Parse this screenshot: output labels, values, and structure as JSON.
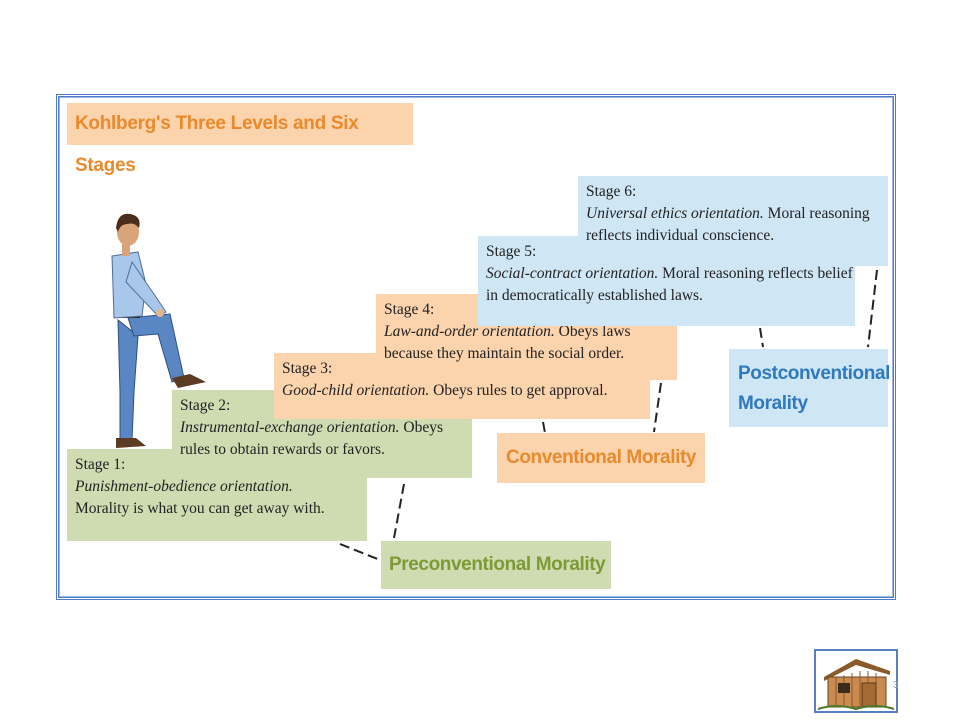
{
  "title": "Kohlberg's Three Levels and Six Stages",
  "stages": [
    {
      "num": "Stage 1:",
      "orientation": "Punishment-obedience orientation.",
      "description": "Morality is what you can get away with."
    },
    {
      "num": "Stage 2:",
      "orientation": "Instrumental-exchange orientation.",
      "description": " Obeys rules to obtain rewards or favors."
    },
    {
      "num": "Stage 3:",
      "orientation": "Good-child orientation.",
      "description": " Obeys rules to get approval."
    },
    {
      "num": "Stage 4:",
      "orientation": "Law-and-order orientation.",
      "description": " Obeys laws because they maintain the social order."
    },
    {
      "num": "Stage 5:",
      "orientation": "Social-contract orientation.",
      "description": " Moral reasoning reflects belief in democratically established laws."
    },
    {
      "num": "Stage 6:",
      "orientation": "Universal ethics orientation.",
      "description": " Moral reasoning reflects individual conscience."
    }
  ],
  "levels": {
    "pre": "Preconventional Morality",
    "con": "Conventional Morality",
    "post_line1": "Postconventional",
    "post_line2": "Morality"
  },
  "page_number": "3"
}
